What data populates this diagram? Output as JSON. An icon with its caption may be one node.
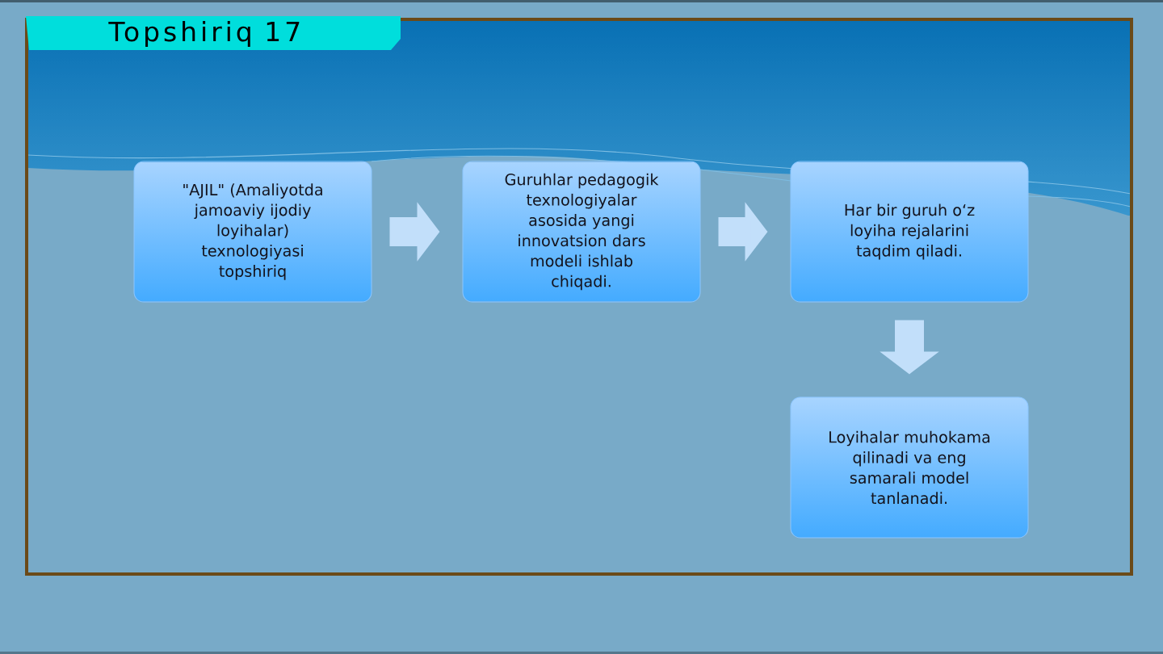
{
  "diagram": {
    "title": "Topshiriq 17",
    "nodes": [
      {
        "text": [
          "\"AJIL\" (Amaliyotda jamoaviy ijodiy loyihalar) texnologiyasi topshiriq"
        ]
      },
      {
        "text": [
          "Guruhlar pedagogik texnologiyalar asosida yangi innovatsion dars modeli ishlab chiqadi."
        ]
      },
      {
        "text": [
          "Har bir guruh o‘z loyiha rejalarini taqdim qiladi."
        ]
      },
      {
        "text": [
          "Loyihalar muhokama qilinadi va eng samarali model tanlanadi."
        ]
      }
    ],
    "edges": [
      {
        "from": 0,
        "to": 1,
        "arrow": "to"
      },
      {
        "from": 1,
        "to": 2,
        "arrow": "to"
      },
      {
        "from": 2,
        "to": 3,
        "arrow": "to"
      }
    ]
  }
}
